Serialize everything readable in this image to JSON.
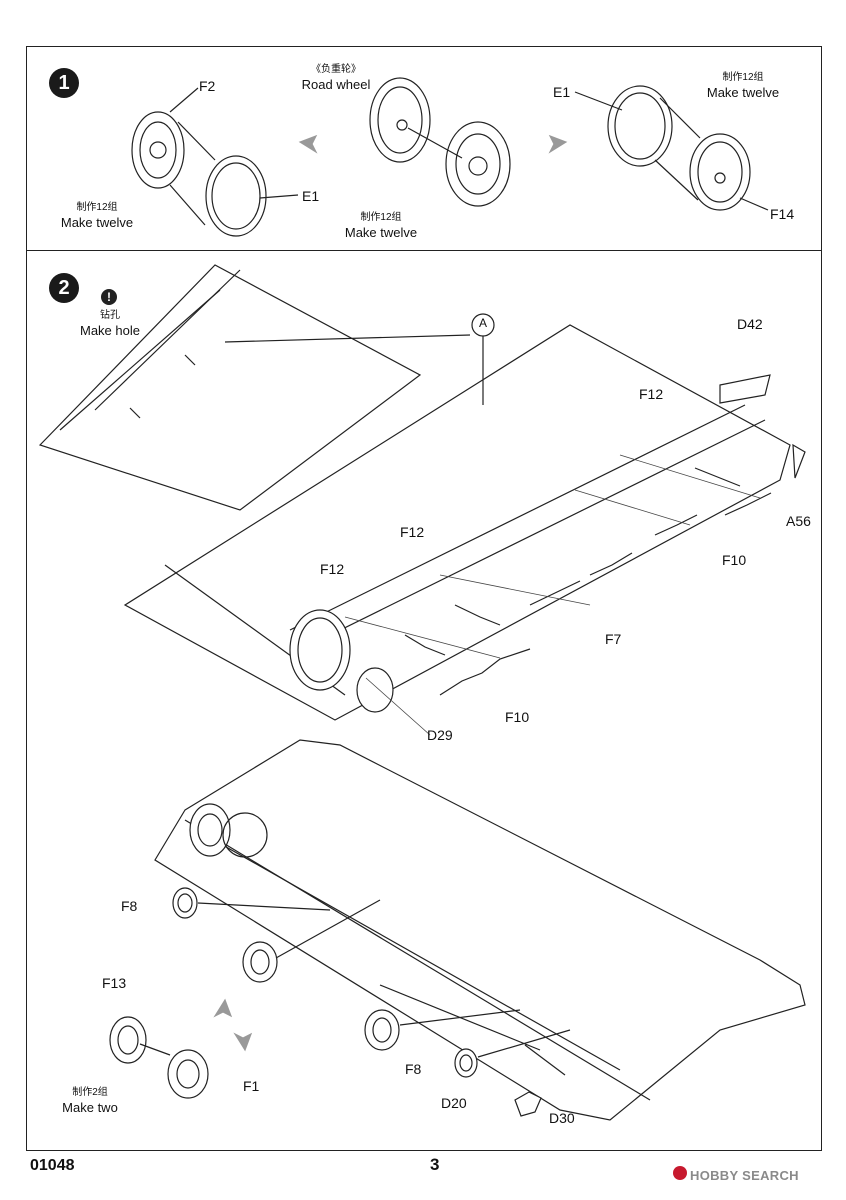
{
  "page": {
    "code": "01048",
    "number": "3"
  },
  "watermark": {
    "text": "HOBBY SEARCH",
    "logo_color": "#c7192e"
  },
  "step1": {
    "number": "1",
    "road_wheel": {
      "cn": "《负重轮》",
      "en": "Road wheel"
    },
    "left_make": {
      "cn": "制作12组",
      "en": "Make twelve"
    },
    "middle_make": {
      "cn": "制作12组",
      "en": "Make twelve"
    },
    "right_make": {
      "cn": "制作12组",
      "en": "Make twelve"
    },
    "parts": {
      "f2": "F2",
      "e1_left": "E1",
      "e1_right": "E1",
      "f14": "F14"
    }
  },
  "step2": {
    "number": "2",
    "hole": {
      "icon": "!",
      "cn": "钻孔",
      "en": "Make hole"
    },
    "callout_a": "A",
    "parts": {
      "d42": "D42",
      "f12_a": "F12",
      "f12_b": "F12",
      "f12_c": "F12",
      "a56": "A56",
      "f10_a": "F10",
      "f10_b": "F10",
      "f7": "F7",
      "d29": "D29",
      "f8_a": "F8",
      "f8_b": "F8",
      "f13": "F13",
      "f1": "F1",
      "d20": "D20",
      "d30": "D30"
    },
    "make_two": {
      "cn": "制作2组",
      "en": "Make two"
    }
  }
}
